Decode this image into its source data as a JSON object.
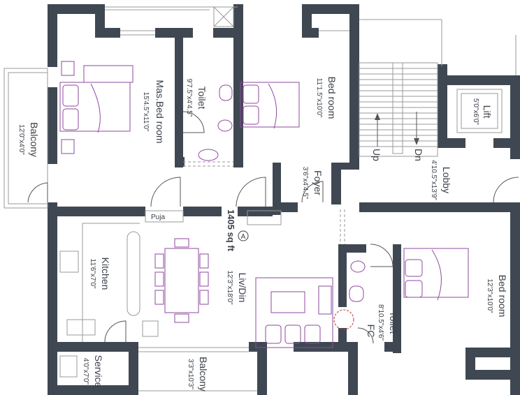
{
  "rooms": {
    "master_bedroom": {
      "name": "Mas.Bed room",
      "size": "15'4.5\"x11'0\""
    },
    "toilet_1": {
      "name": "Toilet",
      "size": "9'7.5\"x4'4.5\""
    },
    "bedroom_1": {
      "name": "Bed room",
      "size": "11'1.5\"x10'0\""
    },
    "balcony_1": {
      "name": "Balcony",
      "size": "12'0\"x4'0\""
    },
    "lift": {
      "name": "Lift",
      "size": "5'0\"x6'0\""
    },
    "lobby": {
      "name": "Lobby",
      "size": "4'10.5\"x13'9\""
    },
    "foyer": {
      "name": "Foyer",
      "size": "3'6\"x4'4.5\""
    },
    "puja": {
      "name": "Puja"
    },
    "kitchen": {
      "name": "Kitchen",
      "size": "11'6\"x7'0\""
    },
    "liv_din": {
      "name": "Liv/Din",
      "size": "12'3\"x18'0\""
    },
    "bedroom_2": {
      "name": "Bed room",
      "size": "12'3\"x10'0\""
    },
    "toilet_2": {
      "name": "Toilet",
      "size": "8'10.5\"x4'6\""
    },
    "fc": {
      "name": "FC"
    },
    "service": {
      "name": "Service",
      "size": "4'0\"x7'0\""
    },
    "balcony_2": {
      "name": "Balcony",
      "size": "3'3\"x10'3\""
    }
  },
  "stairs": {
    "up_label": "Up",
    "down_label": "Dn"
  },
  "total_area": "1405 sq ft",
  "section_marker": "A",
  "colors": {
    "wall": "#3f4852",
    "furniture": "#8e4a9e",
    "thin_line": "#9a9a9a"
  }
}
